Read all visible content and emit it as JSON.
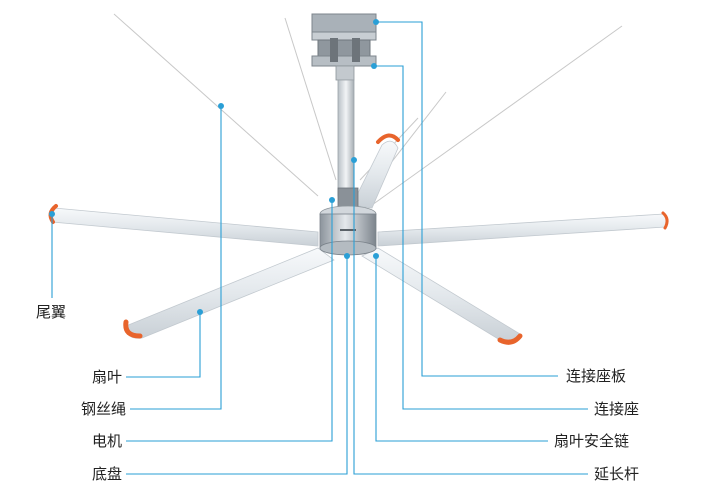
{
  "labels": {
    "tail_fin": "尾翼",
    "blade": "扇叶",
    "steel_cable": "钢丝绳",
    "motor": "电机",
    "chassis": "底盘",
    "mount_plate": "连接座板",
    "mount_seat": "连接座",
    "blade_safety_chain": "扇叶安全链",
    "extension_rod": "延长杆"
  },
  "colors": {
    "leader_line": "#2a9fd6",
    "tip_orange": "#e8642c",
    "blade": "#e6eaee",
    "cable": "#c8c8c8",
    "text": "#222222"
  }
}
